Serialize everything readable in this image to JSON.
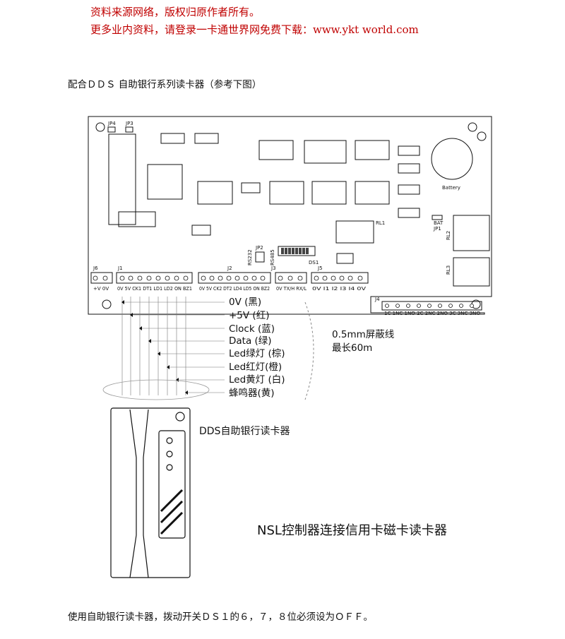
{
  "header": {
    "line1": "资料来源网络，版权归原作者所有。",
    "line2": "更多业内资料，请登录一卡通世界网免费下载：www.ykt world.com"
  },
  "caption_top": "配合ＤＤＳ 自助银行系列读卡器（参考下图）",
  "board": {
    "jp4": "JP4",
    "jp3": "JP3",
    "jp2": "JP2",
    "rs232": "RS232",
    "rs485": "RS485",
    "ds1": "DS1",
    "battery": "Battery",
    "rl1": "RL1",
    "rl2": "RL2",
    "rl3": "RL3",
    "bat": "BAT",
    "jp1": "JP1",
    "j6": "J6",
    "j1": "J1",
    "j2": "J2",
    "j3": "J3",
    "j5": "J5",
    "j4": "J4",
    "j6_pins": "+V  0V",
    "j1_pins": "0V 5V CK1 DT1 LD1 LD2 ON BZ1",
    "j2_pins": "0V 5V CK2 DT2 LD4 LD5 ON BZ2",
    "j3_pins": "0V TX/H RX/L",
    "j5_pins": "0V  I1  I2  I3  I4  0V",
    "j4_pins": "1C 1NC 1NO 2C 2NC 2NO 3C 3NC 3NO"
  },
  "wires": [
    "0V (黑)",
    "+5V (红)",
    "Clock (蓝)",
    "Data (绿)",
    "Led绿灯 (棕)",
    "Led红灯(橙)",
    "Led黄灯 (白)",
    "蜂鸣器(黄)"
  ],
  "shield": {
    "line1": "0.5mm屏蔽线",
    "line2": "最长60m"
  },
  "reader_label": "DDS自助银行读卡器",
  "big_title": "NSL控制器连接信用卡磁卡读卡器",
  "caption_bottom": "使用自助银行读卡器，拨动开关ＤＳ１的６，７，８位必须设为ＯＦＦ。"
}
